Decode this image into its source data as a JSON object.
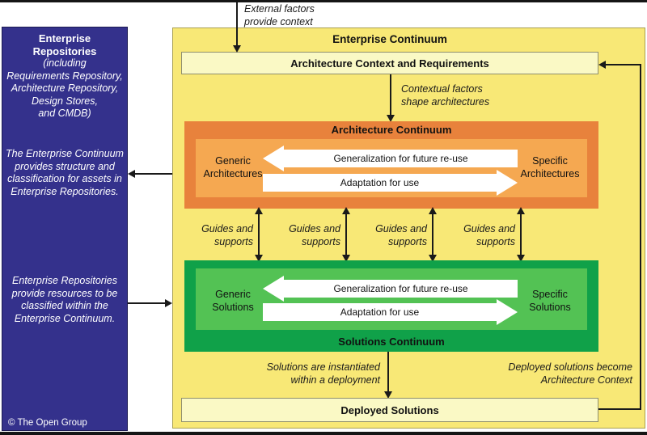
{
  "colors": {
    "sidebar_bg": "#34318C",
    "main_bg": "#F8E876",
    "pale_bar_bg": "#FAF9C5",
    "orange_outer": "#E8823C",
    "orange_inner": "#F5A851",
    "green_outer": "#10A149",
    "green_inner": "#53C254",
    "arrow_fill": "#FFFFFF",
    "line": "#1A1A1A",
    "sidebar_text": "#FFFFFF"
  },
  "sidebar": {
    "title": "Enterprise\nRepositories",
    "subtitle": "(including\nRequirements Repository,\nArchitecture Repository,\nDesign Stores,\nand CMDB)",
    "note1": "The Enterprise Continuum\nprovides structure and\nclassification for assets in\nEnterprise Repositories.",
    "note2": "Enterprise Repositories\nprovide resources to be\nclassified within the\nEnterprise Continuum.",
    "copyright": "© The Open Group"
  },
  "main": {
    "title": "Enterprise Continuum",
    "acr_bar_label": "Architecture Context and Requirements",
    "deployed_bar_label": "Deployed Solutions"
  },
  "architecture_continuum": {
    "title": "Architecture Continuum",
    "left_label": "Generic\nArchitectures",
    "right_label": "Specific\nArchitectures",
    "arrow_generalization": "Generalization for future re-use",
    "arrow_adaptation": "Adaptation for use"
  },
  "solutions_continuum": {
    "title": "Solutions Continuum",
    "left_label": "Generic\nSolutions",
    "right_label": "Specific\nSolutions",
    "arrow_generalization": "Generalization for future re-use",
    "arrow_adaptation": "Adaptation for use"
  },
  "annotations": {
    "external": "External factors\nprovide context",
    "contextual": "Contextual factors\nshape architectures",
    "guides": "Guides and\nsupports",
    "instantiated": "Solutions are instantiated\nwithin a deployment",
    "become": "Deployed solutions become\nArchitecture Context"
  }
}
